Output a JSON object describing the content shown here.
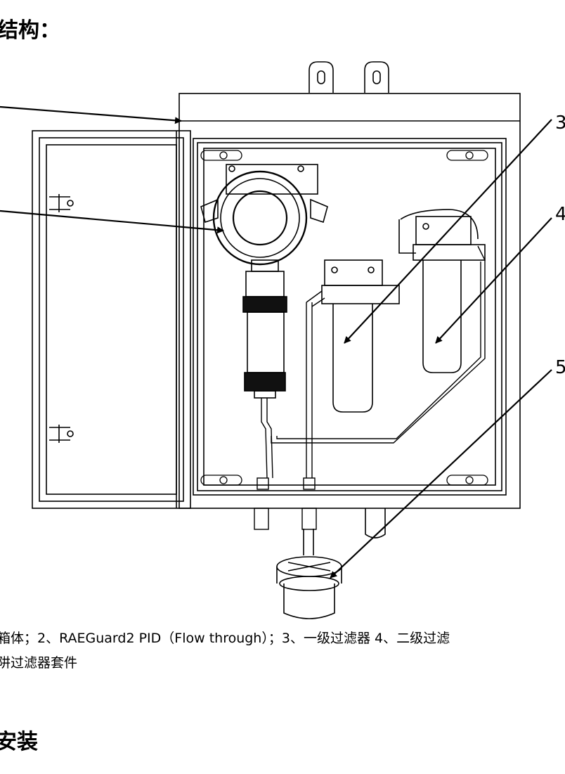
{
  "headings": {
    "structure": "结构：",
    "install": "安装"
  },
  "caption": {
    "line1": "箱体；2、RAEGuard2 PID（Flow through）；3、一级过滤器 4、二级过滤",
    "line2": "阱过滤器套件"
  },
  "callouts": [
    "3",
    "4",
    "5"
  ]
}
